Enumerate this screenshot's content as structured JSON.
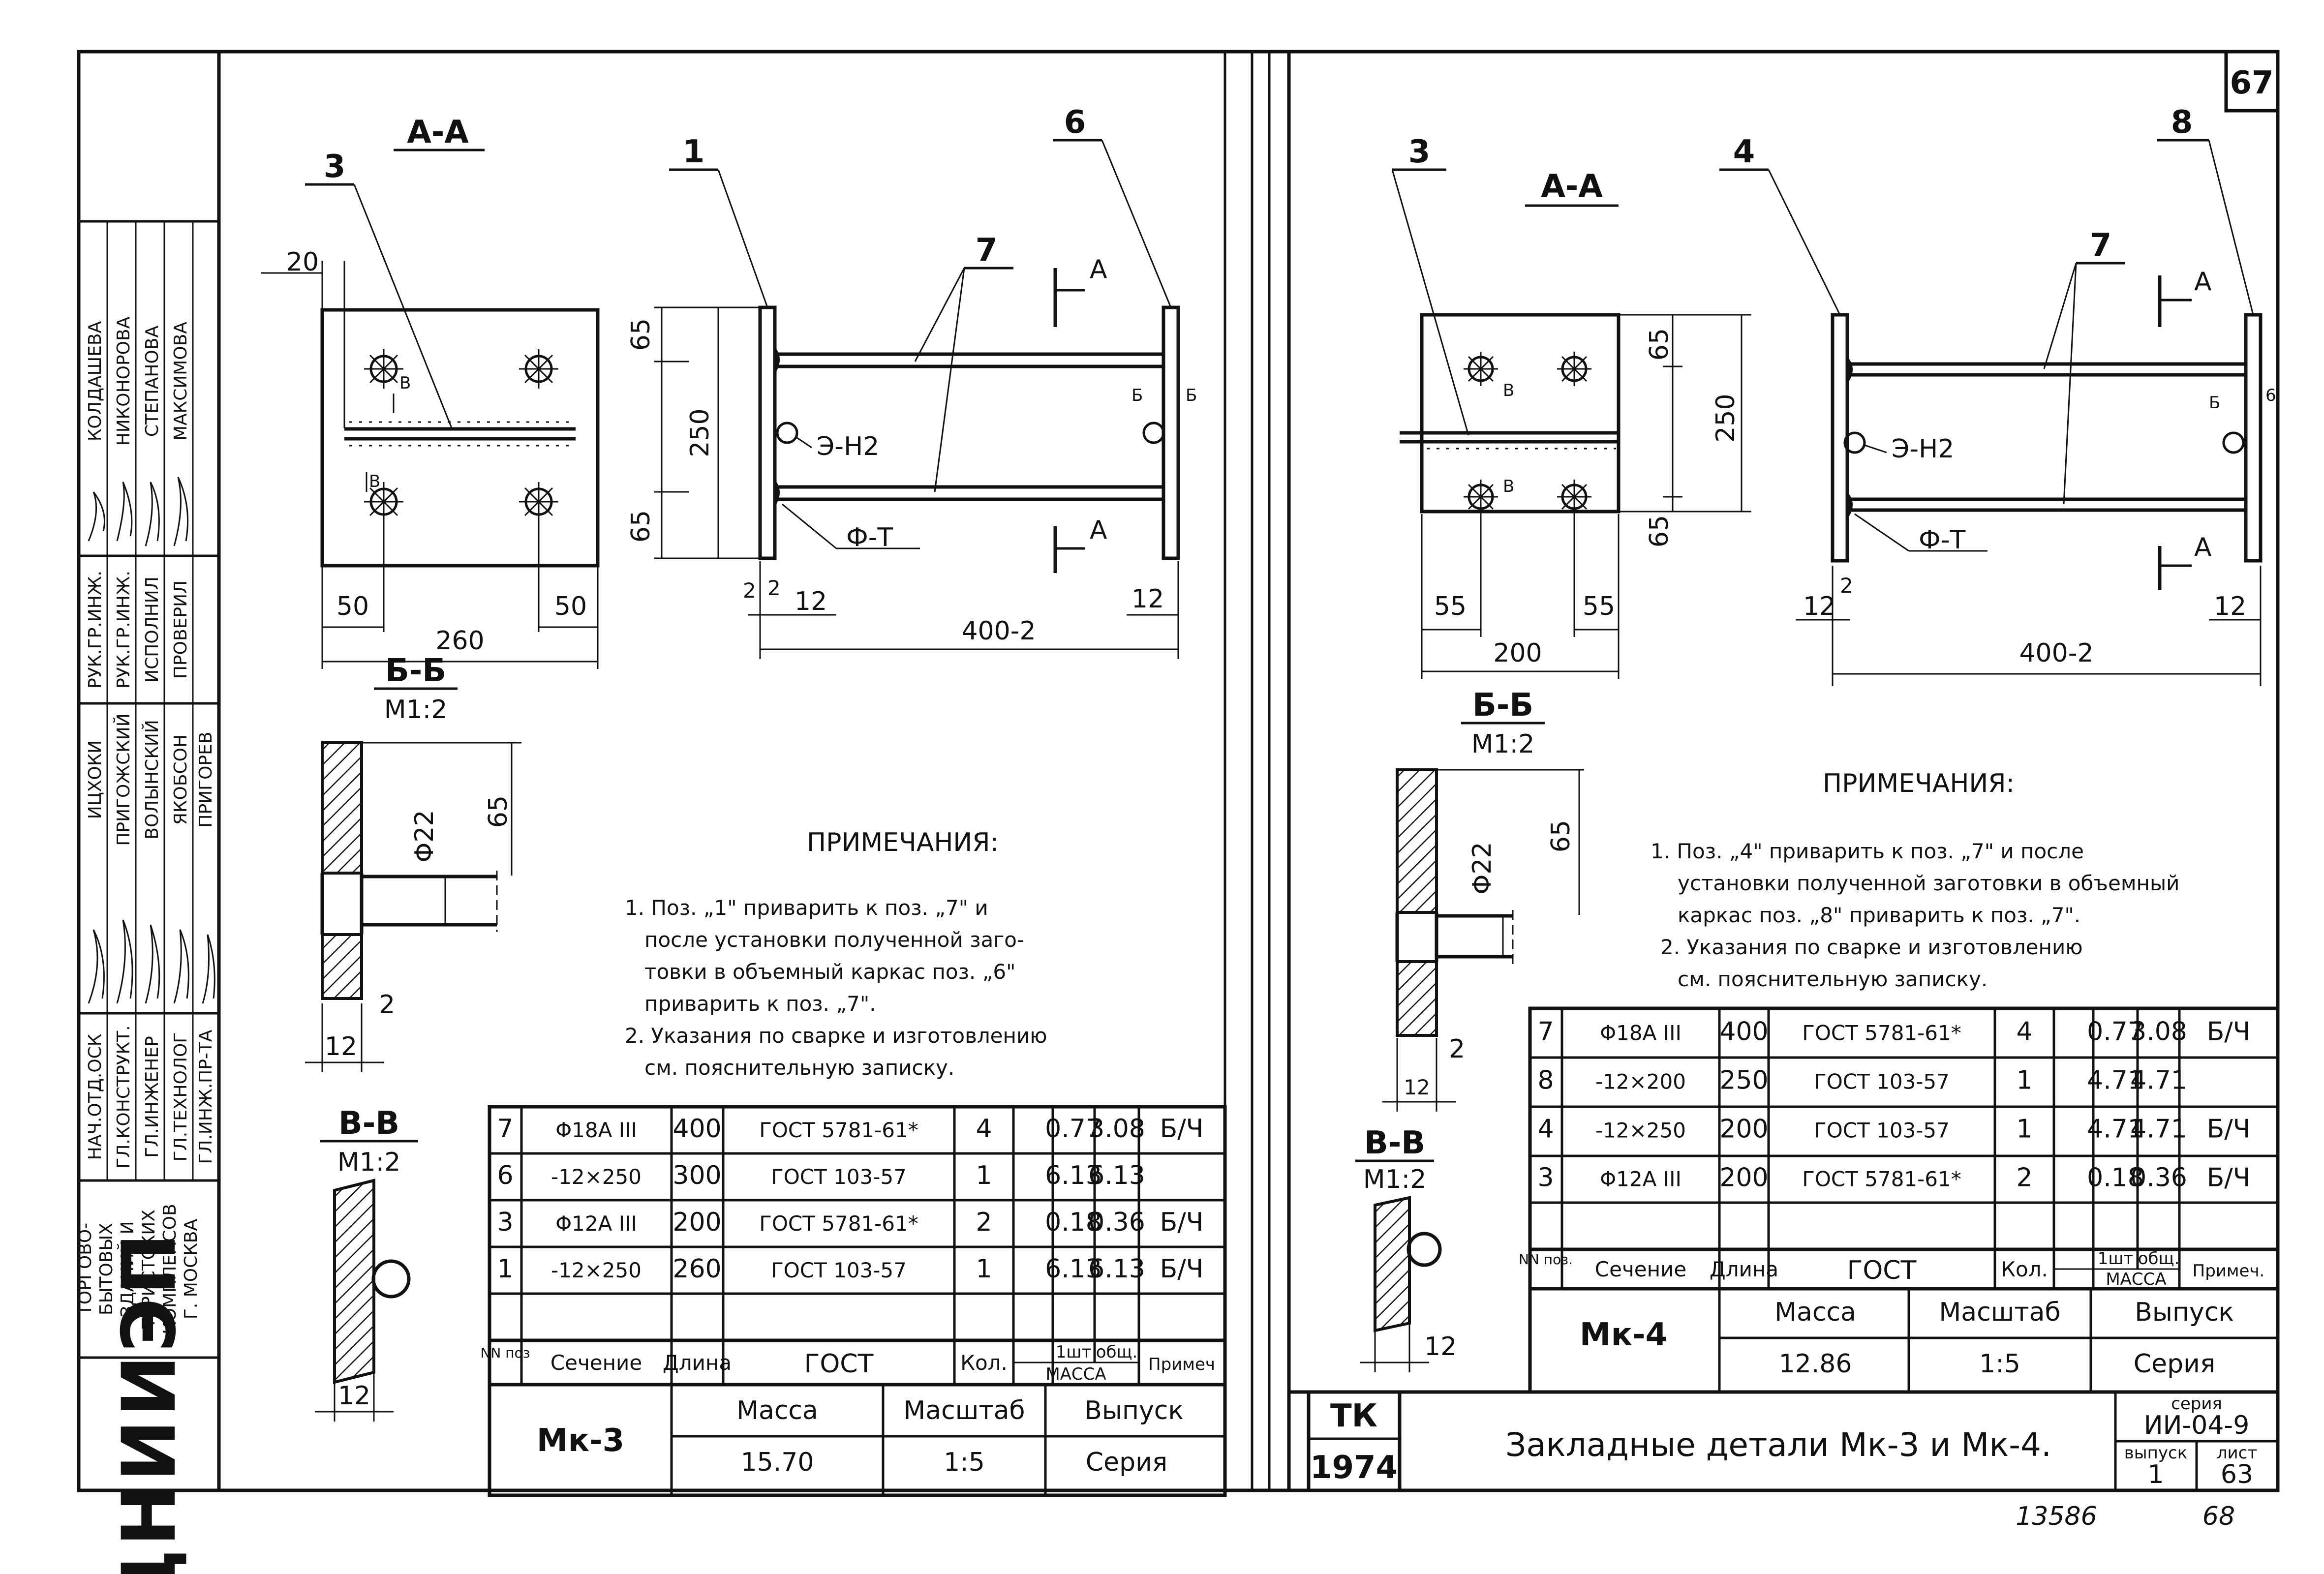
{
  "sheet": {
    "page_number": "67",
    "footer_archive": "13586",
    "footer_page": "68",
    "company": "ЦНИИЭП",
    "institute_lines": [
      "ТОРГОВО-",
      "БЫТОВЫХ",
      "ЗДАНИЙ И",
      "ТУРИСТСКИХ",
      "КОМПЛЕКСОВ",
      "Г. МОСКВА"
    ],
    "roles_a": [
      "НАЧ.ОТД.ОСК",
      "ГЛ.КОНСТРУКТ.",
      "ГЛ.ИНЖЕНЕР",
      "ГЛ.ТЕХНОЛОГ",
      "ГЛ.ИНЖ.ПР-ТА"
    ],
    "names_a": [
      "ИЦХОКИ",
      "ПРИГОЖСКИЙ",
      "ВОЛЫНСКИЙ",
      "ЯКОБСОН",
      "ПРИГОРЕВ"
    ],
    "roles_b": [
      "РУК.ГР.ИНЖ.",
      "РУК.ГР.ИНЖ.",
      "ИСПОЛНИЛ",
      "ПРОВЕРИЛ"
    ],
    "names_b": [
      "КОЛДАШЕВА",
      "НИКОНОРОВА",
      "СТЕПАНОВА",
      "МАКСИМОВА"
    ]
  },
  "left": {
    "section_title": "А-А",
    "section_bb": "Б-Б",
    "scale_bb": "М1:2",
    "section_vv": "В-В",
    "scale_vv": "М1:2",
    "callouts": [
      "3",
      "1",
      "6",
      "7"
    ],
    "dims": {
      "top_20": "20",
      "d65_top": "65",
      "d250": "250",
      "d65_bot": "65",
      "d50_left": "50",
      "d50_right": "50",
      "d260": "260",
      "d2a": "2",
      "d2b": "2",
      "d12_left": "12",
      "d400": "400-2",
      "d12_right": "12",
      "bb_65": "65",
      "bb_phi": "Φ22",
      "bb_2": "2",
      "bb_12": "12",
      "vv_12": "12"
    },
    "marks": {
      "section_a": "А",
      "section_b": "Б",
      "section_v": "В",
      "weld_en": "Э-Н2",
      "weld_ft": "Ф-Т"
    },
    "notes_title": "ПРИМЕЧАНИЯ:",
    "notes": [
      "1. Поз. „1\" приварить к поз. „7\" и",
      "после установки полученной заго-",
      "товки в объемный каркас поз. „6\"",
      "приварить к поз. „7\".",
      "2. Указания по сварке и изготовлению",
      "см. пояснительную записку."
    ],
    "table": {
      "rows": [
        [
          "7",
          "Φ18А III",
          "400",
          "ГОСТ 5781-61*",
          "4",
          "0.77",
          "3.08",
          "Б/Ч"
        ],
        [
          "6",
          "-12×250",
          "300",
          "ГОСТ 103-57",
          "1",
          "6.13",
          "6.13",
          ""
        ],
        [
          "3",
          "Φ12А III",
          "200",
          "ГОСТ 5781-61*",
          "2",
          "0.18",
          "0.36",
          "Б/Ч"
        ],
        [
          "1",
          "-12×250",
          "260",
          "ГОСТ 103-57",
          "1",
          "6.13",
          "6.13",
          "Б/Ч"
        ]
      ],
      "header": {
        "pos": "NN поз",
        "section": "Сечение",
        "length": "Длина",
        "gost": "ГОСТ",
        "qty": "Кол.",
        "one": "1шт",
        "total": "общ.",
        "mass": "МАССА",
        "note": "Примеч"
      }
    },
    "stamp": {
      "name": "Мк-3",
      "mass_label": "Масса",
      "mass_value": "15.70",
      "scale_label": "Масштаб",
      "scale_value": "1:5",
      "issue_label": "Выпуск",
      "series_label": "Серия"
    }
  },
  "right": {
    "section_title": "А-А",
    "section_bb": "Б-Б",
    "scale_bb": "М1:2",
    "section_vv": "В-В",
    "scale_vv": "М1:2",
    "callouts": [
      "3",
      "4",
      "8",
      "7"
    ],
    "dims": {
      "d65_top": "65",
      "d250": "250",
      "d65_bot": "65",
      "d55_left": "55",
      "d55_right": "55",
      "d200": "200",
      "d12_left": "12",
      "d2": "2",
      "d400": "400-2",
      "d12_right": "12",
      "d6": "6",
      "bb_65": "65",
      "bb_phi": "Φ22",
      "bb_2": "2",
      "bb_12": "12",
      "vv_12": "12"
    },
    "marks": {
      "section_a": "А",
      "section_b": "Б",
      "section_v": "В",
      "weld_en": "Э-Н2",
      "weld_ft": "Ф-Т"
    },
    "notes_title": "ПРИМЕЧАНИЯ:",
    "notes": [
      "1. Поз. „4\" приварить к поз. „7\" и после",
      "установки полученной заготовки в объемный",
      "каркас поз. „8\" приварить к поз. „7\".",
      "2. Указания по сварке и изготовлению",
      "см. пояснительную записку."
    ],
    "table": {
      "rows": [
        [
          "7",
          "Φ18А III",
          "400",
          "ГОСТ 5781-61*",
          "4",
          "0.77",
          "3.08",
          "Б/Ч"
        ],
        [
          "8",
          "-12×200",
          "250",
          "ГОСТ 103-57",
          "1",
          "4.71",
          "4.71",
          ""
        ],
        [
          "4",
          "-12×250",
          "200",
          "ГОСТ 103-57",
          "1",
          "4.71",
          "4.71",
          "Б/Ч"
        ],
        [
          "3",
          "Φ12А III",
          "200",
          "ГОСТ 5781-61*",
          "2",
          "0.18",
          "0.36",
          "Б/Ч"
        ]
      ],
      "header": {
        "pos": "NN поз.",
        "section": "Сечение",
        "length": "Длина",
        "gost": "ГОСТ",
        "qty": "Кол.",
        "one": "1шт",
        "total": "общ.",
        "mass": "МАССА",
        "note": "Примеч."
      }
    },
    "stamp": {
      "name": "Мк-4",
      "mass_label": "Масса",
      "mass_value": "12.86",
      "scale_label": "Масштаб",
      "scale_value": "1:5",
      "issue_label": "Выпуск",
      "series_label": "Серия"
    }
  },
  "titleblock": {
    "code_top": "ТК",
    "code_bottom": "1974",
    "title": "Закладные детали Мк-3 и Мк-4.",
    "series_label": "серия",
    "series_value": "ИИ-04-9",
    "issue_label": "выпуск",
    "issue_value": "1",
    "sheet_label": "лист",
    "sheet_value": "63"
  }
}
